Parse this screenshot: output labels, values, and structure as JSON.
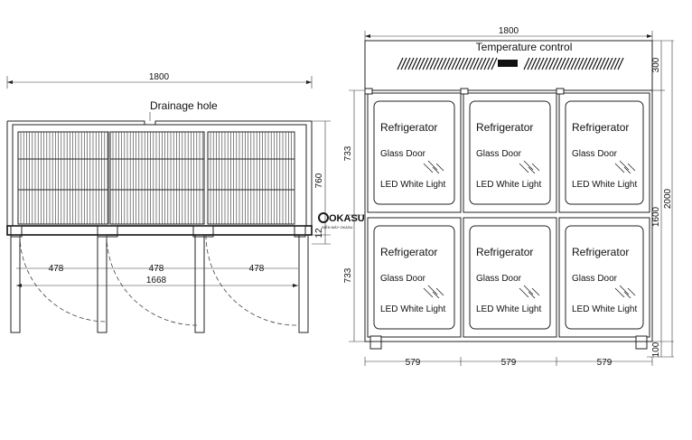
{
  "brand": {
    "logo_text": "OKASU",
    "logo_sub": "ĐIỆN MÁY OKASU"
  },
  "top_view": {
    "width_label": "1800",
    "drainage_label": "Drainage hole",
    "depth_label": "760",
    "gap_label": "12",
    "shelf_widths": [
      "478",
      "478",
      "478"
    ],
    "inner_width_label": "1668"
  },
  "front_view": {
    "width_label": "1800",
    "control_label": "Temperature control",
    "top_panel_label": "300",
    "height_label": "2000",
    "door_height_label": "1600",
    "foot_label": "100",
    "row_heights": [
      "733",
      "733"
    ],
    "column_widths": [
      "579",
      "579",
      "579"
    ],
    "doors": [
      {
        "title": "Refrigerator",
        "glass": "Glass Door",
        "light": "LED White Light"
      },
      {
        "title": "Refrigerator",
        "glass": "Glass Door",
        "light": "LED White Light"
      },
      {
        "title": "Refrigerator",
        "glass": "Glass Door",
        "light": "LED White Light"
      },
      {
        "title": "Refrigerator",
        "glass": "Glass Door",
        "light": "LED White Light"
      },
      {
        "title": "Refrigerator",
        "glass": "Glass Door",
        "light": "LED White Light"
      },
      {
        "title": "Refrigerator",
        "glass": "Glass Door",
        "light": "LED White Light"
      }
    ]
  }
}
